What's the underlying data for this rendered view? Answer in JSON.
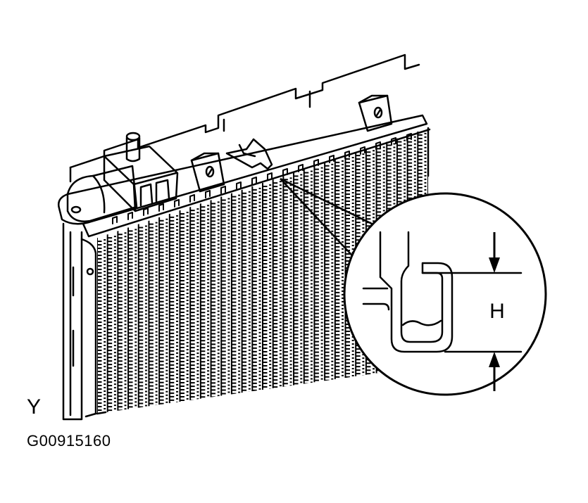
{
  "figure": {
    "view_letter": "Y",
    "code": "G00915160",
    "dimension_label": "H",
    "colors": {
      "ink": "#000000",
      "paper": "#ffffff"
    }
  }
}
